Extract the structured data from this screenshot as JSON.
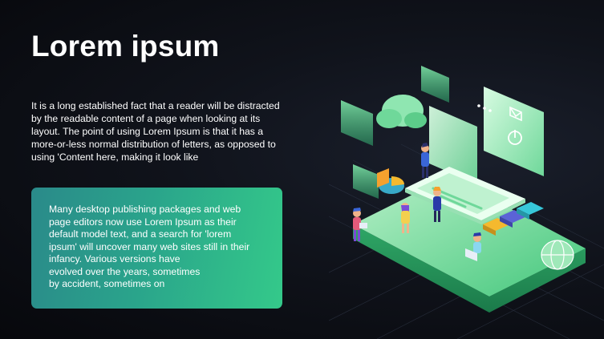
{
  "slide": {
    "title": "Lorem ipsum",
    "intro": "It is a long established fact that a reader will be distracted by the readable content of a page when looking at its layout. The point of using Lorem Ipsum is that it has a more-or-less normal distribution of letters, as opposed to using 'Content here, making it look like",
    "card_lines": [
      "Many desktop publishing packages and web",
      "page editors now use Lorem Ipsum as their",
      "default model text, and a search for 'lorem",
      "ipsum' will uncover many web sites still in their",
      "infancy. Various versions have",
      "evolved over the years, sometimes",
      "by accident, sometimes on"
    ]
  },
  "illustration": {
    "icons": [
      "cloud-icon",
      "mail-icon",
      "power-icon",
      "pie-chart-icon",
      "laptop-icon",
      "globe-icon"
    ],
    "colors": {
      "accent_green": "#34c98a",
      "accent_teal": "#2a8a8a",
      "card_yellow": "#f5b92e",
      "card_purple": "#5b63d6",
      "card_cyan": "#37c7d9"
    }
  }
}
